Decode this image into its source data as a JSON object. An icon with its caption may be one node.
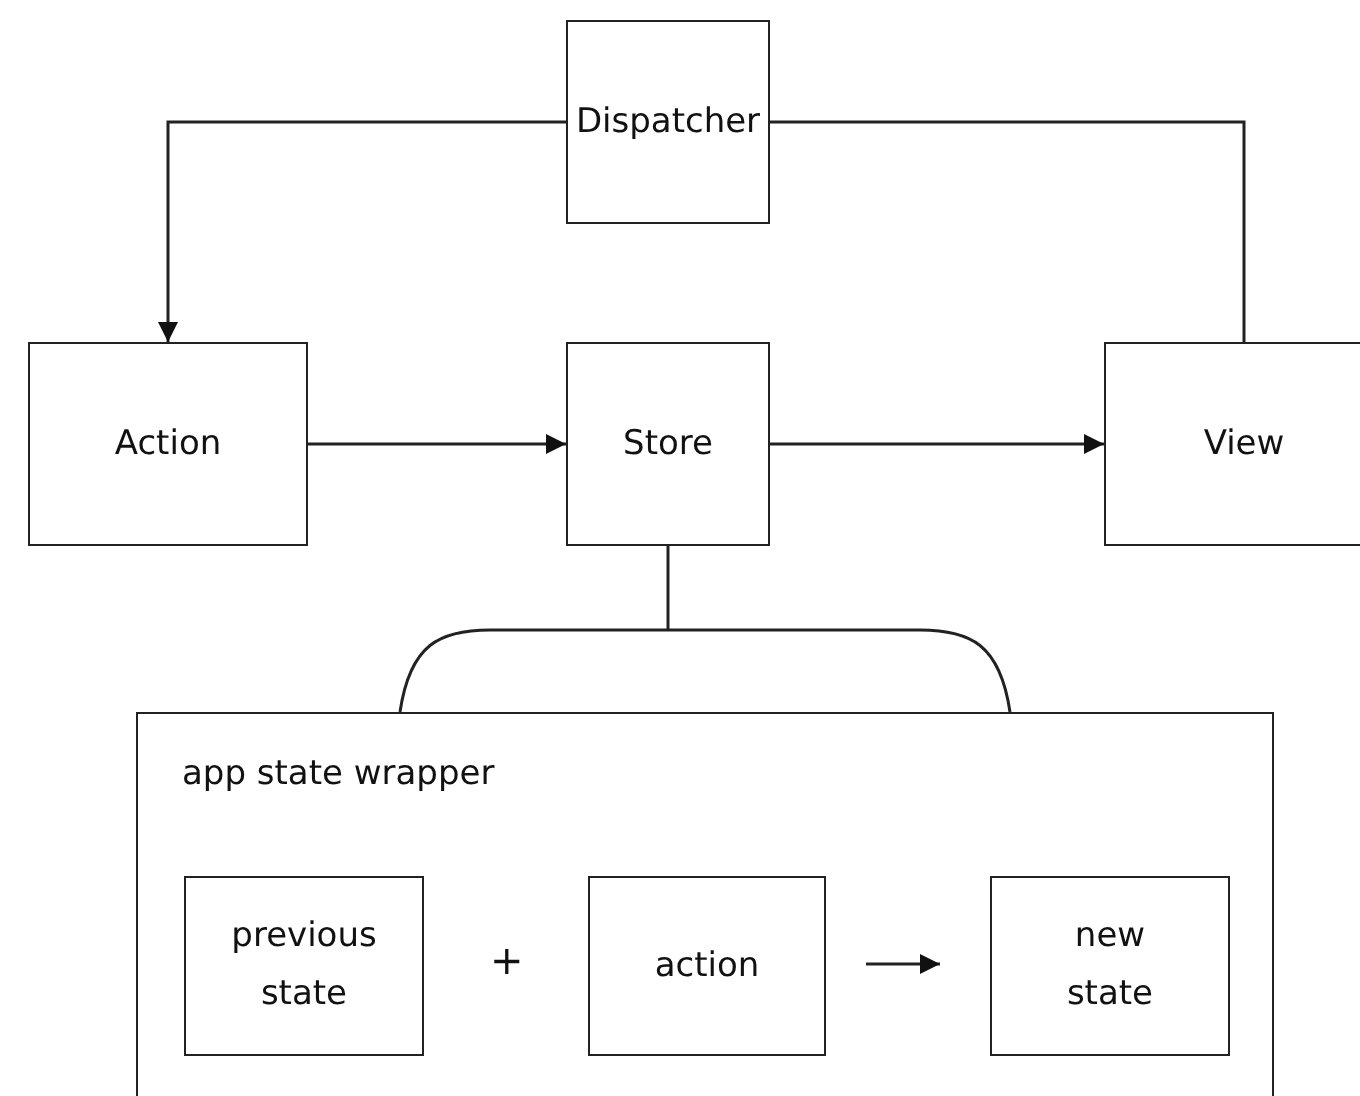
{
  "diagram": {
    "nodes": [
      {
        "text": [
          "Dispatcher"
        ]
      },
      {
        "text": [
          "Action"
        ]
      },
      {
        "text": [
          "Store"
        ]
      },
      {
        "text": [
          "View"
        ]
      },
      {
        "text": [
          "app state wrapper"
        ]
      },
      {
        "text": [
          "previous state"
        ],
        "in": 4
      },
      {
        "text": [
          "action"
        ],
        "in": 4
      },
      {
        "text": [
          "new state"
        ],
        "in": 4
      }
    ],
    "edges": [
      {
        "from": 0,
        "to": 1,
        "arrow": "to"
      },
      {
        "from": 3,
        "to": 0,
        "arrow": "none"
      },
      {
        "from": 1,
        "to": 2,
        "arrow": "to"
      },
      {
        "from": 2,
        "to": 3,
        "arrow": "to"
      },
      {
        "from": 2,
        "to": 4,
        "arrow": "none"
      },
      {
        "from": 6,
        "to": 7,
        "arrow": "to"
      }
    ],
    "labels": [
      "+"
    ]
  }
}
